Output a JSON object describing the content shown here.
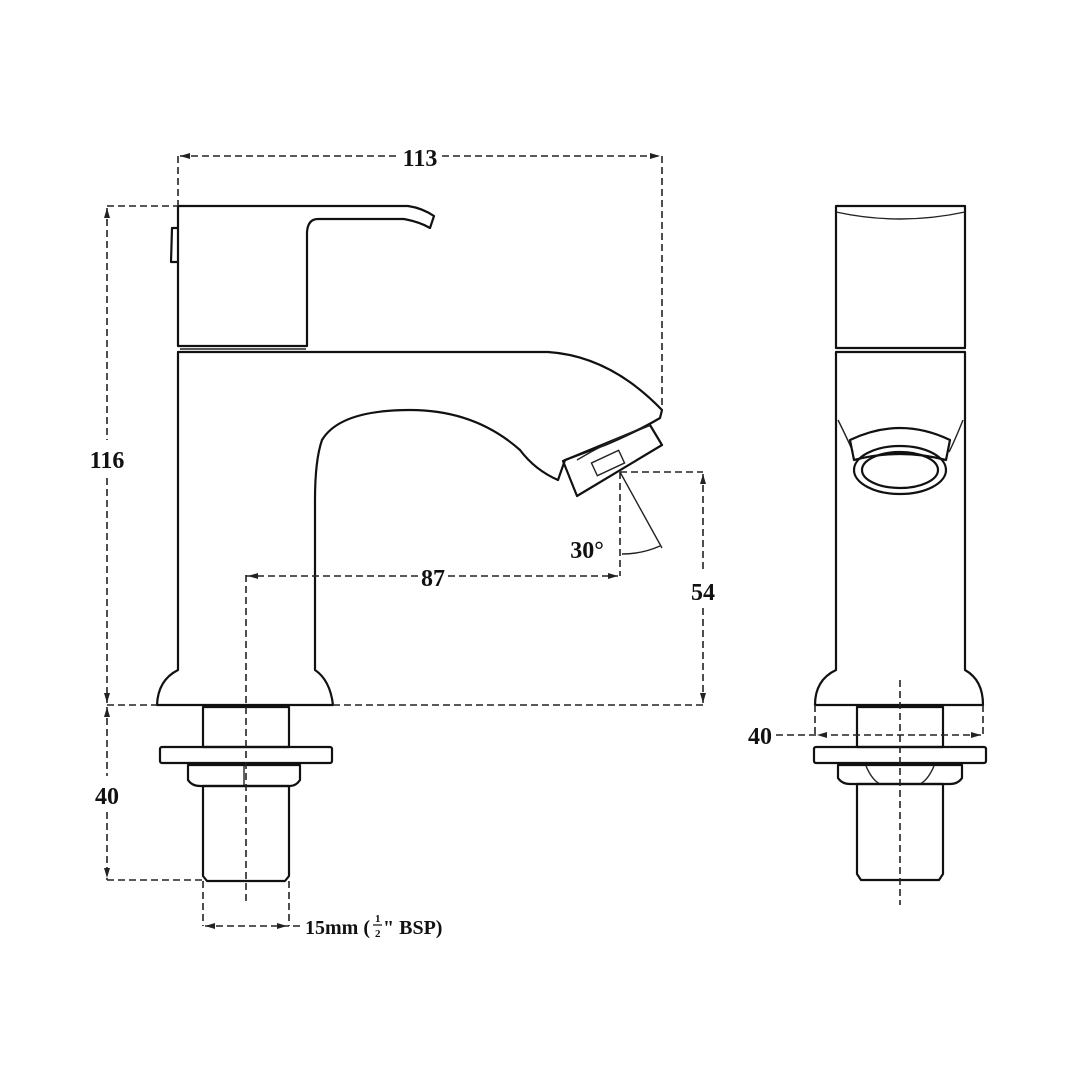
{
  "drawing": {
    "title": "Basin pillar tap technical drawing",
    "units": "mm",
    "views": [
      "side-view",
      "front-view"
    ]
  },
  "dimensions": {
    "overall_width": "113",
    "overall_height": "116",
    "spout_reach": "87",
    "spout_height": "54",
    "spout_angle": "30°",
    "shank_length": "40",
    "base_width": "40",
    "thread_size": "15mm (",
    "thread_fraction_num": "1",
    "thread_fraction_den": "2",
    "thread_suffix": "\" BSP)"
  },
  "colors": {
    "line": "#111111",
    "background": "#ffffff"
  }
}
